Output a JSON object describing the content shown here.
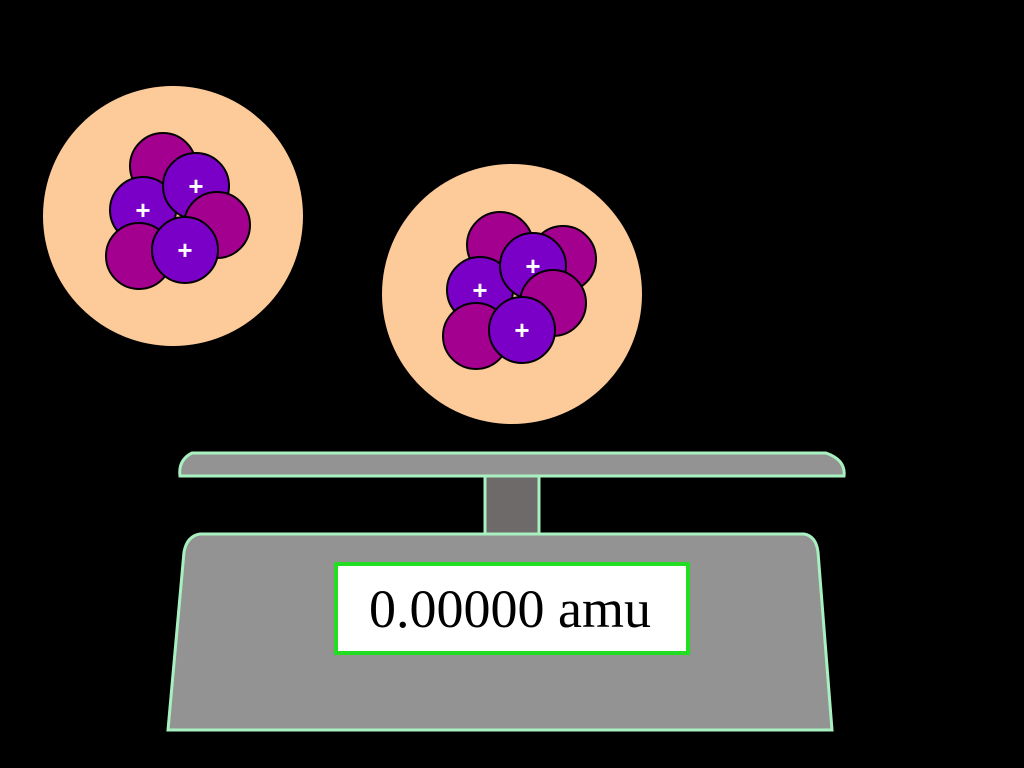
{
  "colors": {
    "background": "#000000",
    "electron_cloud": "#FDCB9A",
    "proton": "#7B00C7",
    "neutron": "#A3008F",
    "scale_body": "#939393",
    "scale_stem": "#6F6A6A",
    "scale_outline": "#A8F0C0",
    "display_border": "#22DD22",
    "display_bg": "#FFFFFF",
    "display_text": "#000000",
    "plus_sign": "#FFFFFF"
  },
  "atoms": [
    {
      "name": "atom-1",
      "particles": [
        {
          "type": "neutron",
          "charge": ""
        },
        {
          "type": "proton",
          "charge": "+"
        },
        {
          "type": "proton",
          "charge": "+"
        },
        {
          "type": "neutron",
          "charge": ""
        },
        {
          "type": "neutron",
          "charge": ""
        },
        {
          "type": "proton",
          "charge": "+"
        }
      ]
    },
    {
      "name": "atom-2",
      "particles": [
        {
          "type": "neutron",
          "charge": ""
        },
        {
          "type": "neutron",
          "charge": ""
        },
        {
          "type": "proton",
          "charge": "+"
        },
        {
          "type": "proton",
          "charge": "+"
        },
        {
          "type": "neutron",
          "charge": ""
        },
        {
          "type": "neutron",
          "charge": ""
        },
        {
          "type": "proton",
          "charge": "+"
        }
      ]
    }
  ],
  "scale": {
    "reading": "0.00000 amu"
  }
}
